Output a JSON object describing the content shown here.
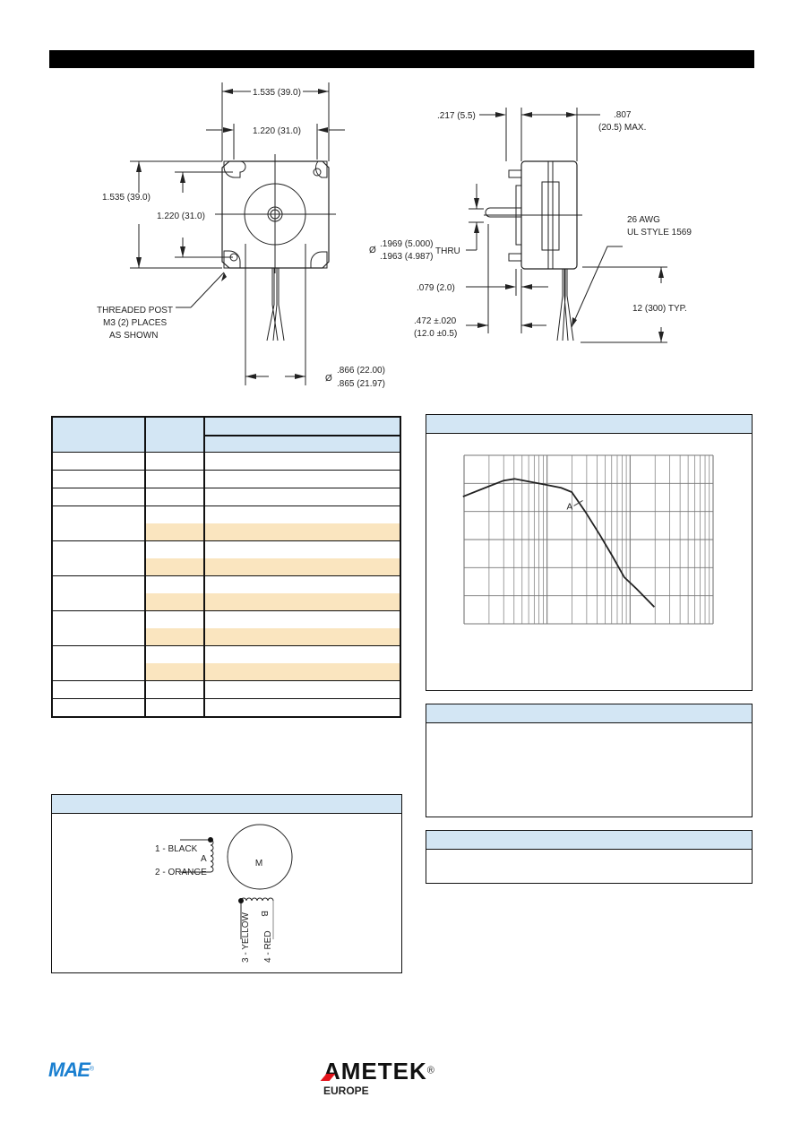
{
  "dimensions_front": {
    "overall_width": "1.535 (39.0)",
    "hole_spacing_width": "1.220 (31.0)",
    "overall_height": "1.535 (39.0)",
    "hole_spacing_height": "1.220 (31.0)",
    "threaded_post": [
      "THREADED POST",
      "M3 (2) PLACES",
      "AS SHOWN"
    ],
    "pilot_dia_symbol": "Ø",
    "pilot_dia_max": ".866 (22.00)",
    "pilot_dia_min": ".865 (21.97)"
  },
  "dimensions_side": {
    "pilot_depth": ".217 (5.5)",
    "body_length": [
      ".807",
      "(20.5) MAX."
    ],
    "shaft_dia_symbol": "Ø",
    "shaft_dia_max": ".1969 (5.000)",
    "shaft_dia_min": ".1963 (4.987)",
    "thru": "THRU",
    "flange": ".079 (2.0)",
    "shaft_length": [
      ".472 ±.020",
      "(12.0 ±0.5)"
    ],
    "wire": [
      "26 AWG",
      "UL STYLE 1569"
    ],
    "lead_length": "12 (300) TYP."
  },
  "wiring": {
    "motor_label": "M",
    "phase_a": "A",
    "phase_b": "B",
    "wires": [
      "1 - BLACK",
      "2 - ORANGE",
      "3 - YELLOW",
      "4 - RED"
    ]
  },
  "chart_data": {
    "type": "line",
    "title": "",
    "xlabel": "",
    "ylabel": "",
    "xscale": "log",
    "xlim": [
      1,
      1000
    ],
    "ylim": [
      0,
      6
    ],
    "grid": true,
    "series": [
      {
        "name": "A",
        "x": [
          0.97,
          2.0,
          3.0,
          4.05,
          9.7,
          14.8,
          19.8,
          28.8,
          43.6,
          61.3,
          85,
          120,
          196
        ],
        "y": [
          4.53,
          4.9,
          5.1,
          5.16,
          4.95,
          4.84,
          4.69,
          4.0,
          3.15,
          2.41,
          1.66,
          1.24,
          0.6
        ]
      }
    ],
    "annotations": [
      {
        "text": "A",
        "x": 21,
        "y": 4.2
      }
    ]
  },
  "footer": {
    "left_logo": "MAE",
    "right_logo": "AMETEK",
    "right_logo_sub": "EUROPE",
    "registered": "®",
    "colors": {
      "mae_blue": "#1a7fd0",
      "ametek_red": "#e3131b"
    }
  }
}
